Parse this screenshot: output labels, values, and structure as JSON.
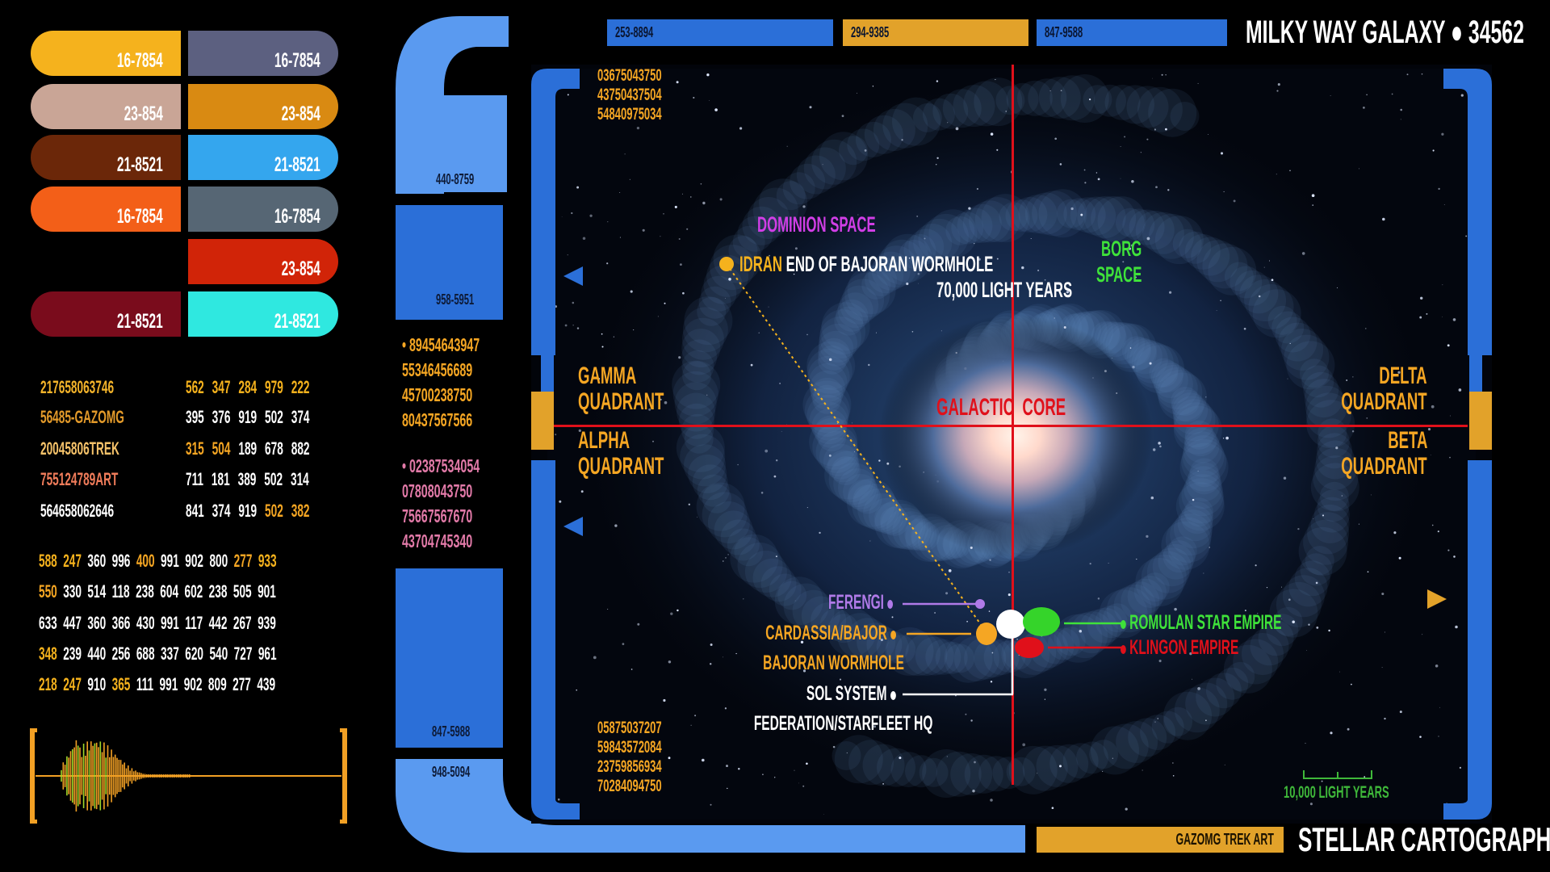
{
  "left_panel": {
    "pills": [
      {
        "label": "16-7854",
        "color": "#f5b21d"
      },
      {
        "label": "16-7854",
        "color": "#5c6080"
      },
      {
        "label": "23-854",
        "color": "#c9a596"
      },
      {
        "label": "23-854",
        "color": "#d98a12"
      },
      {
        "label": "21-8521",
        "color": "#6b2709"
      },
      {
        "label": "21-8521",
        "color": "#34a6ee"
      },
      {
        "label": "16-7854",
        "color": "#f35f18"
      },
      {
        "label": "16-7854",
        "color": "#566674"
      },
      {
        "label": "23-854",
        "color": "#d12408"
      },
      {
        "label": "21-8521",
        "color": "#7a0c1c"
      },
      {
        "label": "21-8521",
        "color": "#2fe8e0"
      }
    ],
    "codes": [
      {
        "text": "217658063746",
        "color": "#f4b42a"
      },
      {
        "text": "56485-GAZOMG",
        "color": "#e39a2a"
      },
      {
        "text": "20045806TREK",
        "color": "#f6c36a"
      },
      {
        "text": "755124789ART",
        "color": "#f07c5a"
      },
      {
        "text": "564658062646",
        "color": "#ffffff"
      }
    ],
    "grid_small": [
      [
        "562",
        "347",
        "284",
        "979",
        "222"
      ],
      [
        "395",
        "376",
        "919",
        "502",
        "374"
      ],
      [
        "315",
        "504",
        "189",
        "678",
        "882"
      ],
      [
        "711",
        "181",
        "389",
        "502",
        "314"
      ],
      [
        "841",
        "374",
        "919",
        "502",
        "382"
      ]
    ],
    "grid_large": [
      [
        "588",
        "247",
        "360",
        "996",
        "400",
        "991",
        "902",
        "800",
        "277",
        "933"
      ],
      [
        "550",
        "330",
        "514",
        "118",
        "238",
        "604",
        "602",
        "238",
        "505",
        "901"
      ],
      [
        "633",
        "447",
        "360",
        "366",
        "430",
        "991",
        "117",
        "442",
        "267",
        "939"
      ],
      [
        "348",
        "239",
        "440",
        "256",
        "688",
        "337",
        "620",
        "540",
        "727",
        "961"
      ],
      [
        "218",
        "247",
        "910",
        "365",
        "111",
        "991",
        "902",
        "809",
        "277",
        "439"
      ]
    ]
  },
  "header": {
    "bar1": "253-8894",
    "bar2": "294-9385",
    "bar3": "847-9588",
    "title": "MILKY WAY GALAXY",
    "title_number": "34562"
  },
  "frame_labels": {
    "l1": "440-8759",
    "l2": "958-5951",
    "l3": "847-5988",
    "l4": "948-5094"
  },
  "side_numbers": {
    "group1": [
      "89454643947",
      "55346456689",
      "45700238750",
      "80437567566"
    ],
    "group2": [
      "02387534054",
      "07808043750",
      "75667567670",
      "43704745340"
    ]
  },
  "map": {
    "top_left_codes": [
      "03675043750",
      "43750437504",
      "54840975034"
    ],
    "bottom_left_codes": [
      "05875037207",
      "59843572084",
      "23759856934",
      "70284094750"
    ],
    "dominion": "DOMINION SPACE",
    "idran": "IDRAN",
    "idran_desc": "END OF BAJORAN WORMHOLE",
    "idran_distance": "70,000 LIGHT YEARS",
    "borg": [
      "BORG",
      "SPACE"
    ],
    "gamma": [
      "GAMMA",
      "QUADRANT"
    ],
    "alpha": [
      "ALPHA",
      "QUADRANT"
    ],
    "delta": [
      "DELTA",
      "QUADRANT"
    ],
    "beta": [
      "BETA",
      "QUADRANT"
    ],
    "core": "GALACTIC  CORE",
    "ferengi": "FERENGI",
    "cardassia": "CARDASSIA/BAJOR",
    "wormhole": "BAJORAN WORMHOLE",
    "sol": "SOL SYSTEM",
    "hq": "FEDERATION/STARFLEET HQ",
    "romulan": "ROMULAN STAR EMPIRE",
    "klingon": "KLINGON EMPIRE",
    "scale": "10,000 LIGHT YEARS"
  },
  "footer": {
    "credit": "GAZOMG TREK ART",
    "title": "STELLAR CARTOGRAPHY"
  },
  "colors": {
    "frame_blue": "#2b74dc",
    "light_blue": "#5a9af0",
    "amber": "#e2a22a",
    "orange_text": "#f5a623",
    "red_line": "#e0101a"
  }
}
